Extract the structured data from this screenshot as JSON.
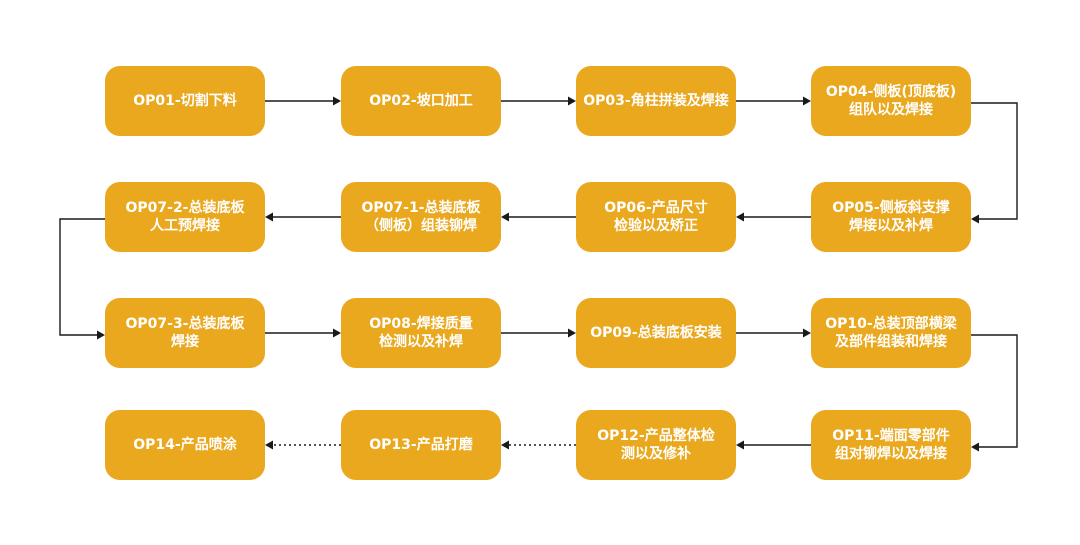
{
  "steps": [
    {
      "id": "op01",
      "lines": [
        "OP01-切割下料"
      ]
    },
    {
      "id": "op02",
      "lines": [
        "OP02-坡口加工"
      ]
    },
    {
      "id": "op03",
      "lines": [
        "OP03-角柱拼装及焊接"
      ]
    },
    {
      "id": "op04",
      "lines": [
        "OP04-侧板(顶底板)",
        "组队以及焊接"
      ]
    },
    {
      "id": "op05",
      "lines": [
        "OP05-侧板斜支撑",
        "焊接以及补焊"
      ]
    },
    {
      "id": "op06",
      "lines": [
        "OP06-产品尺寸",
        "检验以及矫正"
      ]
    },
    {
      "id": "op07-1",
      "lines": [
        "OP07-1-总装底板",
        "（侧板）组装铆焊"
      ]
    },
    {
      "id": "op07-2",
      "lines": [
        "OP07-2-总装底板",
        "人工预焊接"
      ]
    },
    {
      "id": "op07-3",
      "lines": [
        "OP07-3-总装底板",
        "焊接"
      ]
    },
    {
      "id": "op08",
      "lines": [
        "OP08-焊接质量",
        "检测以及补焊"
      ]
    },
    {
      "id": "op09",
      "lines": [
        "OP09-总装底板安装"
      ]
    },
    {
      "id": "op10",
      "lines": [
        "OP10-总装顶部横梁",
        "及部件组装和焊接"
      ]
    },
    {
      "id": "op11",
      "lines": [
        "OP11-端面零部件",
        "组对铆焊以及焊接"
      ]
    },
    {
      "id": "op12",
      "lines": [
        "OP12-产品整体检",
        "测以及修补"
      ]
    },
    {
      "id": "op13",
      "lines": [
        "OP13-产品打磨"
      ]
    },
    {
      "id": "op14",
      "lines": [
        "OP14-产品喷涂"
      ]
    }
  ],
  "connections": [
    {
      "from": "op01",
      "to": "op02",
      "style": "solid"
    },
    {
      "from": "op02",
      "to": "op03",
      "style": "solid"
    },
    {
      "from": "op03",
      "to": "op04",
      "style": "solid"
    },
    {
      "from": "op04",
      "to": "op05",
      "style": "solid"
    },
    {
      "from": "op05",
      "to": "op06",
      "style": "solid"
    },
    {
      "from": "op06",
      "to": "op07-1",
      "style": "solid"
    },
    {
      "from": "op07-1",
      "to": "op07-2",
      "style": "solid"
    },
    {
      "from": "op07-2",
      "to": "op07-3",
      "style": "solid"
    },
    {
      "from": "op07-3",
      "to": "op08",
      "style": "solid"
    },
    {
      "from": "op08",
      "to": "op09",
      "style": "solid"
    },
    {
      "from": "op09",
      "to": "op10",
      "style": "solid"
    },
    {
      "from": "op10",
      "to": "op11",
      "style": "solid"
    },
    {
      "from": "op11",
      "to": "op12",
      "style": "solid"
    },
    {
      "from": "op12",
      "to": "op13",
      "style": "dotted"
    },
    {
      "from": "op13",
      "to": "op14",
      "style": "dotted"
    }
  ],
  "colors": {
    "box_fill": "#eaa81f",
    "box_text": "#ffffff",
    "connector": "#1a1a1a"
  }
}
